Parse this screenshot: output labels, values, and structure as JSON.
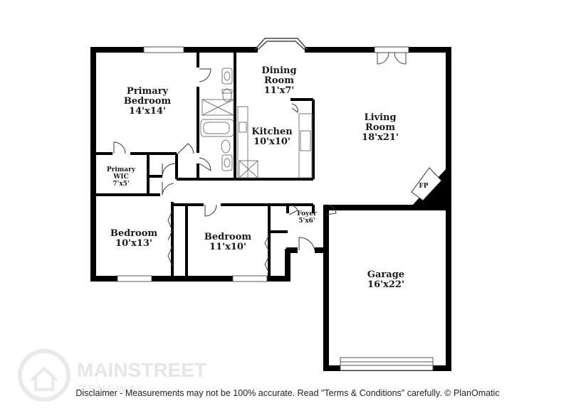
{
  "rooms": {
    "primary_bedroom": {
      "name": "Primary",
      "name2": "Bedroom",
      "size": "14'x14'"
    },
    "primary_wic": {
      "name": "Primary",
      "name2": "WIC",
      "size": "7'x5'"
    },
    "dining_room": {
      "name": "Dining",
      "name2": "Room",
      "size": "11'x7'"
    },
    "kitchen": {
      "name": "Kitchen",
      "size": "10'x10'"
    },
    "living_room": {
      "name": "Living",
      "name2": "Room",
      "size": "18'x21'"
    },
    "fireplace": {
      "label": "FP"
    },
    "bedroom_left": {
      "name": "Bedroom",
      "size": "10'x13'"
    },
    "bedroom_mid": {
      "name": "Bedroom",
      "size": "11'x10'"
    },
    "foyer": {
      "name": "Foyer",
      "size": "5'x6'"
    },
    "garage": {
      "name": "Garage",
      "size": "16'x22'"
    }
  },
  "watermark": {
    "line1": "MAINSTREET",
    "line2": "RENEWAL"
  },
  "disclaimer": "Disclaimer - Measurements may not be 100% accurate. Read \"Terms & Conditions\" carefully. © PlanOmatic",
  "colors": {
    "wall": "#000000",
    "fixture": "#777777",
    "watermark": "#e6e6e6"
  }
}
